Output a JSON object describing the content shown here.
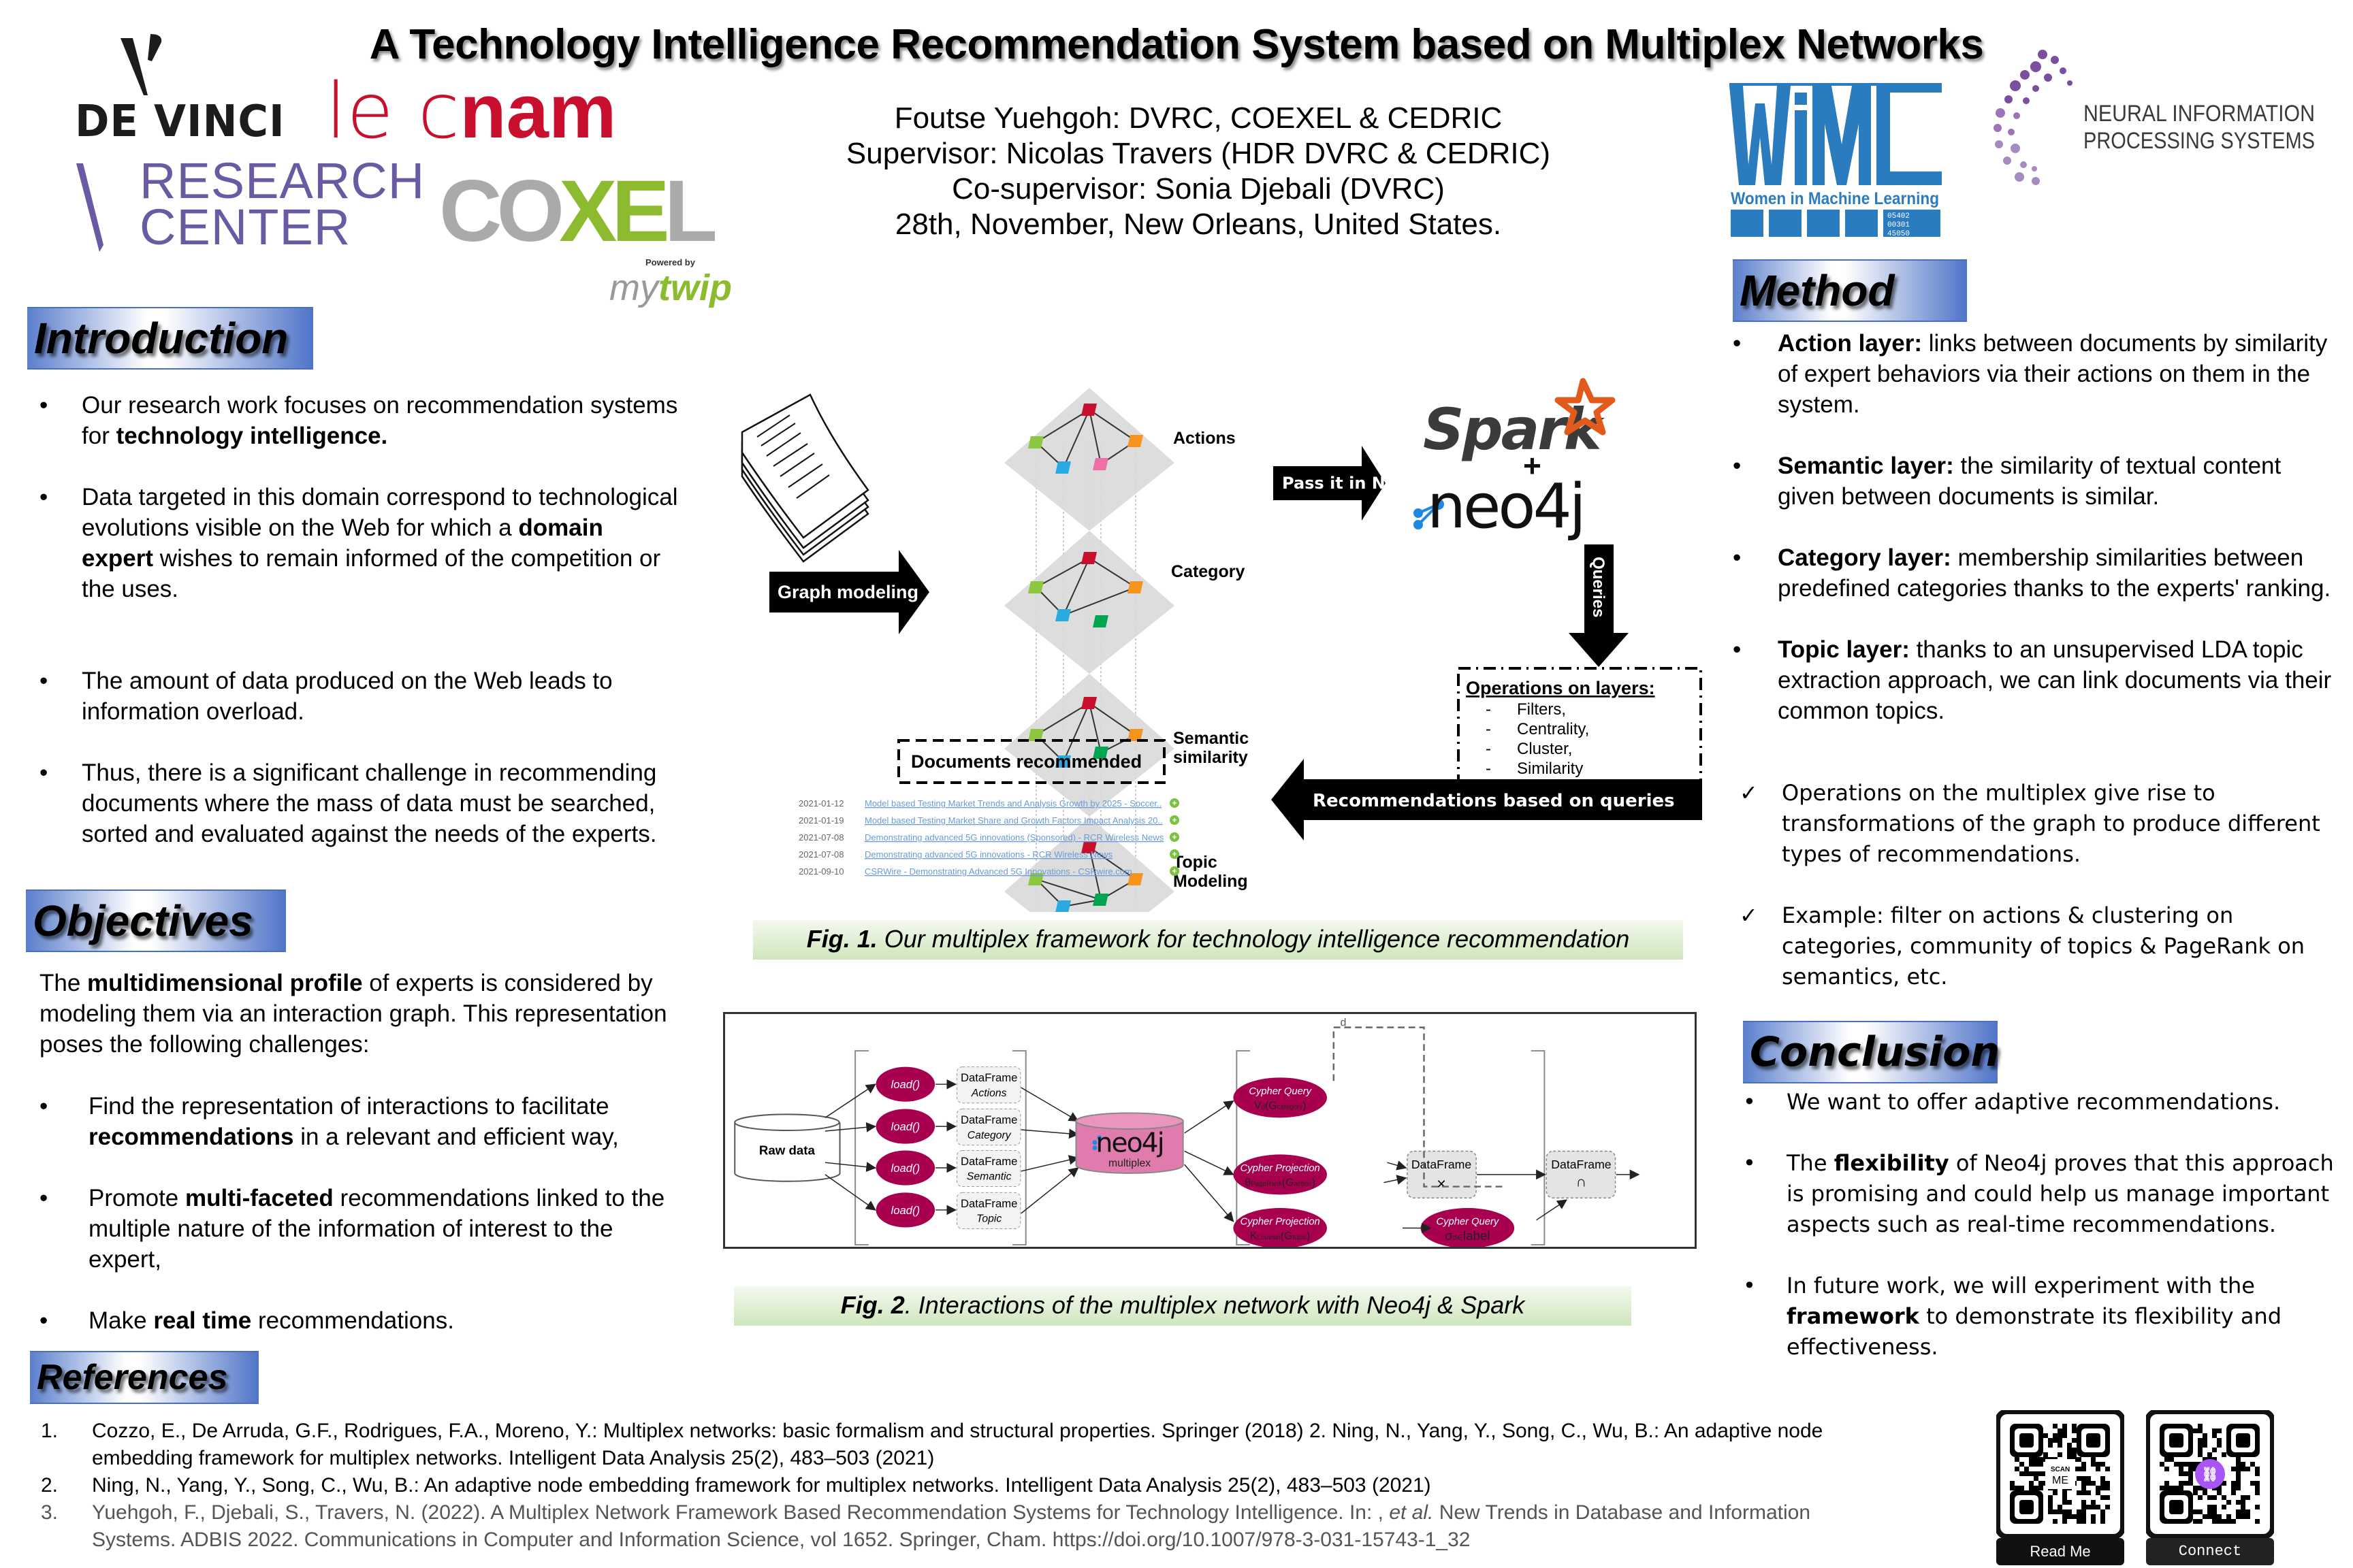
{
  "title": "A Technology Intelligence Recommendation System based on Multiplex Networks",
  "authors": [
    "Foutse Yuehgoh: DVRC, COEXEL & CEDRIC",
    "Supervisor: Nicolas Travers (HDR DVRC & CEDRIC)",
    "Co-supervisor: Sonia Djebali (DVRC)",
    "28th, November, New Orleans, United States."
  ],
  "logos": {
    "devinci": "DE VINCI",
    "cnam_thin": "le c",
    "cnam_bold": "nam",
    "research_center": [
      "RESEARCH",
      "CENTER"
    ],
    "coexel": {
      "co": "CO",
      "x": "XE",
      "l": "L"
    },
    "powered_by": "Powered by",
    "mytwip": {
      "my": "my",
      "twip": "twip"
    },
    "wiml": {
      "acronym": "WiML",
      "subtitle": "Women in Machine Learning",
      "digits": [
        "05402",
        "00301",
        "45050"
      ]
    },
    "neurips": [
      "NEURAL INFORMATION",
      "PROCESSING SYSTEMS"
    ]
  },
  "colors": {
    "header_blue": "#4f74c8",
    "caption_green": "#cfe6bd",
    "cnam_red": "#c8102e",
    "research_purple": "#6a5aa4",
    "coexel_green": "#8dbb2f",
    "neo4j_blue": "#1e88e5",
    "spark_orange": "#e25a1c",
    "node_magenta": "#a8004f",
    "wiml_blue": "#2b7bbf",
    "neurips_purple": "#7b4fa0"
  },
  "introduction": {
    "heading": "Introduction",
    "bullets": [
      {
        "pre": "Our research work focuses on recommendation systems for ",
        "bold": "technology intelligence.",
        "post": ""
      },
      {
        "pre": "Data targeted in this domain correspond to technological evolutions visible on the Web for which a ",
        "bold": "domain expert",
        "post": " wishes to remain informed of the competition or the uses."
      },
      {
        "pre": "The amount of data produced on the Web leads to information overload.",
        "bold": "",
        "post": ""
      },
      {
        "pre": "Thus, there is a significant challenge in recommending documents where the mass of data must be searched, sorted and evaluated against the needs of the experts.",
        "bold": "",
        "post": ""
      }
    ]
  },
  "objectives": {
    "heading": "Objectives",
    "intro": {
      "pre": "The ",
      "bold": "multidimensional profile",
      "post": " of experts is considered by modeling them via an interaction graph. This representation poses the following challenges:"
    },
    "bullets": [
      {
        "pre": "Find the representation of interactions to facilitate ",
        "bold": "recommendations",
        "post": " in a relevant and efficient way,"
      },
      {
        "pre": "Promote ",
        "bold": "multi-faceted",
        "post": " recommendations linked to the multiple nature of the information of interest to the expert,"
      },
      {
        "pre": "Make ",
        "bold": "real time",
        "post": " recommendations."
      }
    ]
  },
  "references": {
    "heading": "References",
    "items": [
      {
        "num": "1.",
        "text": "Cozzo, E., De Arruda, G.F., Rodrigues, F.A., Moreno, Y.: Multiplex networks: basic formalism and structural properties. Springer (2018) 2. Ning, N., Yang, Y., Song, C., Wu, B.: An adaptive node embedding framework for multiplex networks. Intelligent Data Analysis 25(2), 483–503 (2021)"
      },
      {
        "num": "2.",
        "text": "Ning, N., Yang, Y., Song, C., Wu, B.: An adaptive node embedding framework for multiplex networks. Intelligent Data Analysis 25(2), 483–503 (2021)"
      },
      {
        "num": "3.",
        "pre": "Yuehgoh, F., Djebali, S., Travers, N. (2022). A Multiplex Network Framework Based Recommendation Systems for Technology Intelligence. In: , ",
        "italic": "et al.",
        "post": " New Trends in Database and Information Systems. ADBIS 2022. Communications in Computer and Information Science, vol 1652. Springer, Cham. https://doi.org/10.1007/978-3-031-15743-1_32"
      }
    ]
  },
  "fig1": {
    "graph_modeling": "Graph modeling",
    "layers": [
      "Actions",
      "Category",
      "Semantic similarity",
      "Topic Modeling"
    ],
    "layer_lines": [
      [
        "Actions"
      ],
      [
        "Category"
      ],
      [
        "Semantic",
        "similarity"
      ],
      [
        "Topic",
        "Modeling"
      ]
    ],
    "pass_label": "Pass it in Neo4j",
    "spark": "Spark",
    "plus": "+",
    "neo4j": "neo4j",
    "queries": "Queries",
    "operations": {
      "title": "Operations on layers:",
      "items": [
        "Filters,",
        "Centrality,",
        "Cluster,",
        "Similarity"
      ]
    },
    "recommendations_label": "Recommendations based on queries",
    "documents_title": "Documents recommended",
    "documents": [
      {
        "date": "2021-01-12",
        "title": "Model based Testing Market Trends and Analysis Growth by 2025 - Soccer.."
      },
      {
        "date": "2021-01-19",
        "title": "Model based Testing Market Share and Growth Factors Impact Analysis 20.."
      },
      {
        "date": "2021-07-08",
        "title": "Demonstrating advanced 5G innovations (Sponsored) - RCR Wireless News"
      },
      {
        "date": "2021-07-08",
        "title": "Demonstrating advanced 5G innovations - RCR Wireless News"
      },
      {
        "date": "2021-09-10",
        "title": "CSRWire - Demonstrating Advanced 5G Innovations - CSRwire.com"
      }
    ],
    "caption_bold": "Fig. 1.",
    "caption_text": " Our multiplex framework for technology intelligence recommendation"
  },
  "fig2": {
    "raw_data": "Raw data",
    "load": "load()",
    "dataframe": "DataFrame",
    "frames": [
      "Actions",
      "Category",
      "Semantic",
      "Topic"
    ],
    "neo4j": "neo4j",
    "multiplex": "multiplex",
    "ops": [
      {
        "title": "Cypher Query",
        "sym": "V",
        "sub": "d",
        "arg": "(G",
        "argsub": "category",
        "close": ")"
      },
      {
        "title": "Cypher Projection",
        "sym": "θ",
        "sub": "PageRank",
        "arg": "(G",
        "argsub": "action",
        "close": ")"
      },
      {
        "title": "Cypher Projection",
        "sym": "K",
        "sub": "Louvain",
        "arg": "(G",
        "argsub": "topic",
        "close": ")"
      }
    ],
    "select_op": {
      "title": "Cypher Query",
      "sym": "σ",
      "sub": "d∈",
      "arg": "label"
    },
    "df_product": "×",
    "df_intersect": "∩",
    "d_label": "d",
    "caption_bold": "Fig. 2",
    "caption_text": ". Interactions of the multiplex network with Neo4j & Spark"
  },
  "method": {
    "heading": "Method",
    "bullets": [
      {
        "bold": "Action layer:",
        "text": " links between documents by similarity of expert behaviors via their actions on them in the system."
      },
      {
        "bold": "Semantic layer:",
        "text": " the similarity of textual content given between documents is similar."
      },
      {
        "bold": "Category layer:",
        "text": " membership similarities between predefined categories thanks to the experts' ranking."
      },
      {
        "bold": "Topic layer:",
        "text": " thanks to an unsupervised LDA topic extraction approach, we can link documents via their common topics."
      }
    ],
    "checks": [
      "Operations on the multiplex give rise to transformations of the graph to produce different types of recommendations.",
      "Example: filter on actions & clustering on categories, community of topics & PageRank on semantics, etc."
    ]
  },
  "conclusion": {
    "heading": "Conclusion",
    "bullets": [
      {
        "pre": "We want to offer adaptive recommendations.",
        "bold": "",
        "post": ""
      },
      {
        "pre": "The ",
        "bold": "flexibility",
        "post": " of Neo4j proves that this approach is promising and could help us manage important aspects such as real-time recommendations."
      },
      {
        "pre": "In future work, we will experiment with the ",
        "bold": "framework",
        "post": " to demonstrate its flexibility and effectiveness."
      }
    ]
  },
  "qr": [
    {
      "label": "Read Me",
      "center": "SCAN ME",
      "icon": "scan-me-icon"
    },
    {
      "label": "Connect",
      "center": "",
      "icon": "link-icon"
    }
  ]
}
